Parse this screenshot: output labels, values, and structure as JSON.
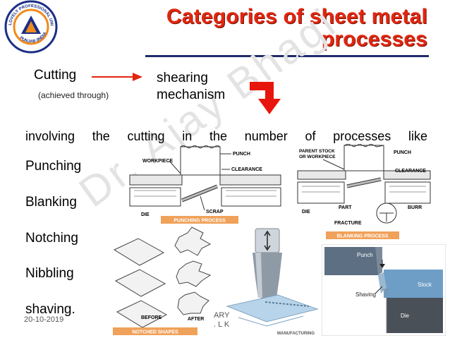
{
  "slide": {
    "title_line1": "Categories of sheet metal",
    "title_line2": "processes",
    "watermark": "Dr. Ajay Bhagi",
    "left_term": "Cutting",
    "achieved": "(achieved through)",
    "right_term_line1": "shearing",
    "right_term_line2": "mechanism",
    "sentence": "involving the cutting in the number of processes like",
    "processes": [
      "Punching",
      "Blanking",
      "Notching",
      "Nibbling",
      "shaving."
    ],
    "date": "20-10-2019",
    "footer_line1": "ARY",
    "footer_line2": ". L K"
  },
  "logo": {
    "text_top": "LOVELY PROFESSIONAL UNIVERSITY",
    "text_bottom": "PUNJAB (INDIA)"
  },
  "figures": {
    "punching": {
      "workpiece": "WORKPIECE",
      "punch": "PUNCH",
      "clearance": "CLEARANCE",
      "die": "DIE",
      "scrap": "SCRAP",
      "caption": "PUNCHING PROCESS"
    },
    "blanking": {
      "parent": "PARENT STOCK",
      "parent2": "OR WORKPIECE",
      "punch": "PUNCH",
      "clearance": "CLEARANCE",
      "die": "DIE",
      "part": "PART",
      "burr": "BURR",
      "fracture": "FRACTURE",
      "caption": "BLANKING PROCESS"
    },
    "notched": {
      "before": "BEFORE",
      "after": "AFTER",
      "caption": "NOTCHED SHAPES"
    },
    "nibbling": {
      "brand": "MANUFACTURING"
    },
    "shaving": {
      "punch": "Punch",
      "stock": "Stock",
      "shaving": "Shaving",
      "die": "Die"
    }
  },
  "colors": {
    "title_red": "#e2260f",
    "rule_navy": "#1f2a6b",
    "caption_orange": "#f0a15a",
    "logo_navy": "#1b2f86",
    "logo_orange": "#f08a1c"
  }
}
